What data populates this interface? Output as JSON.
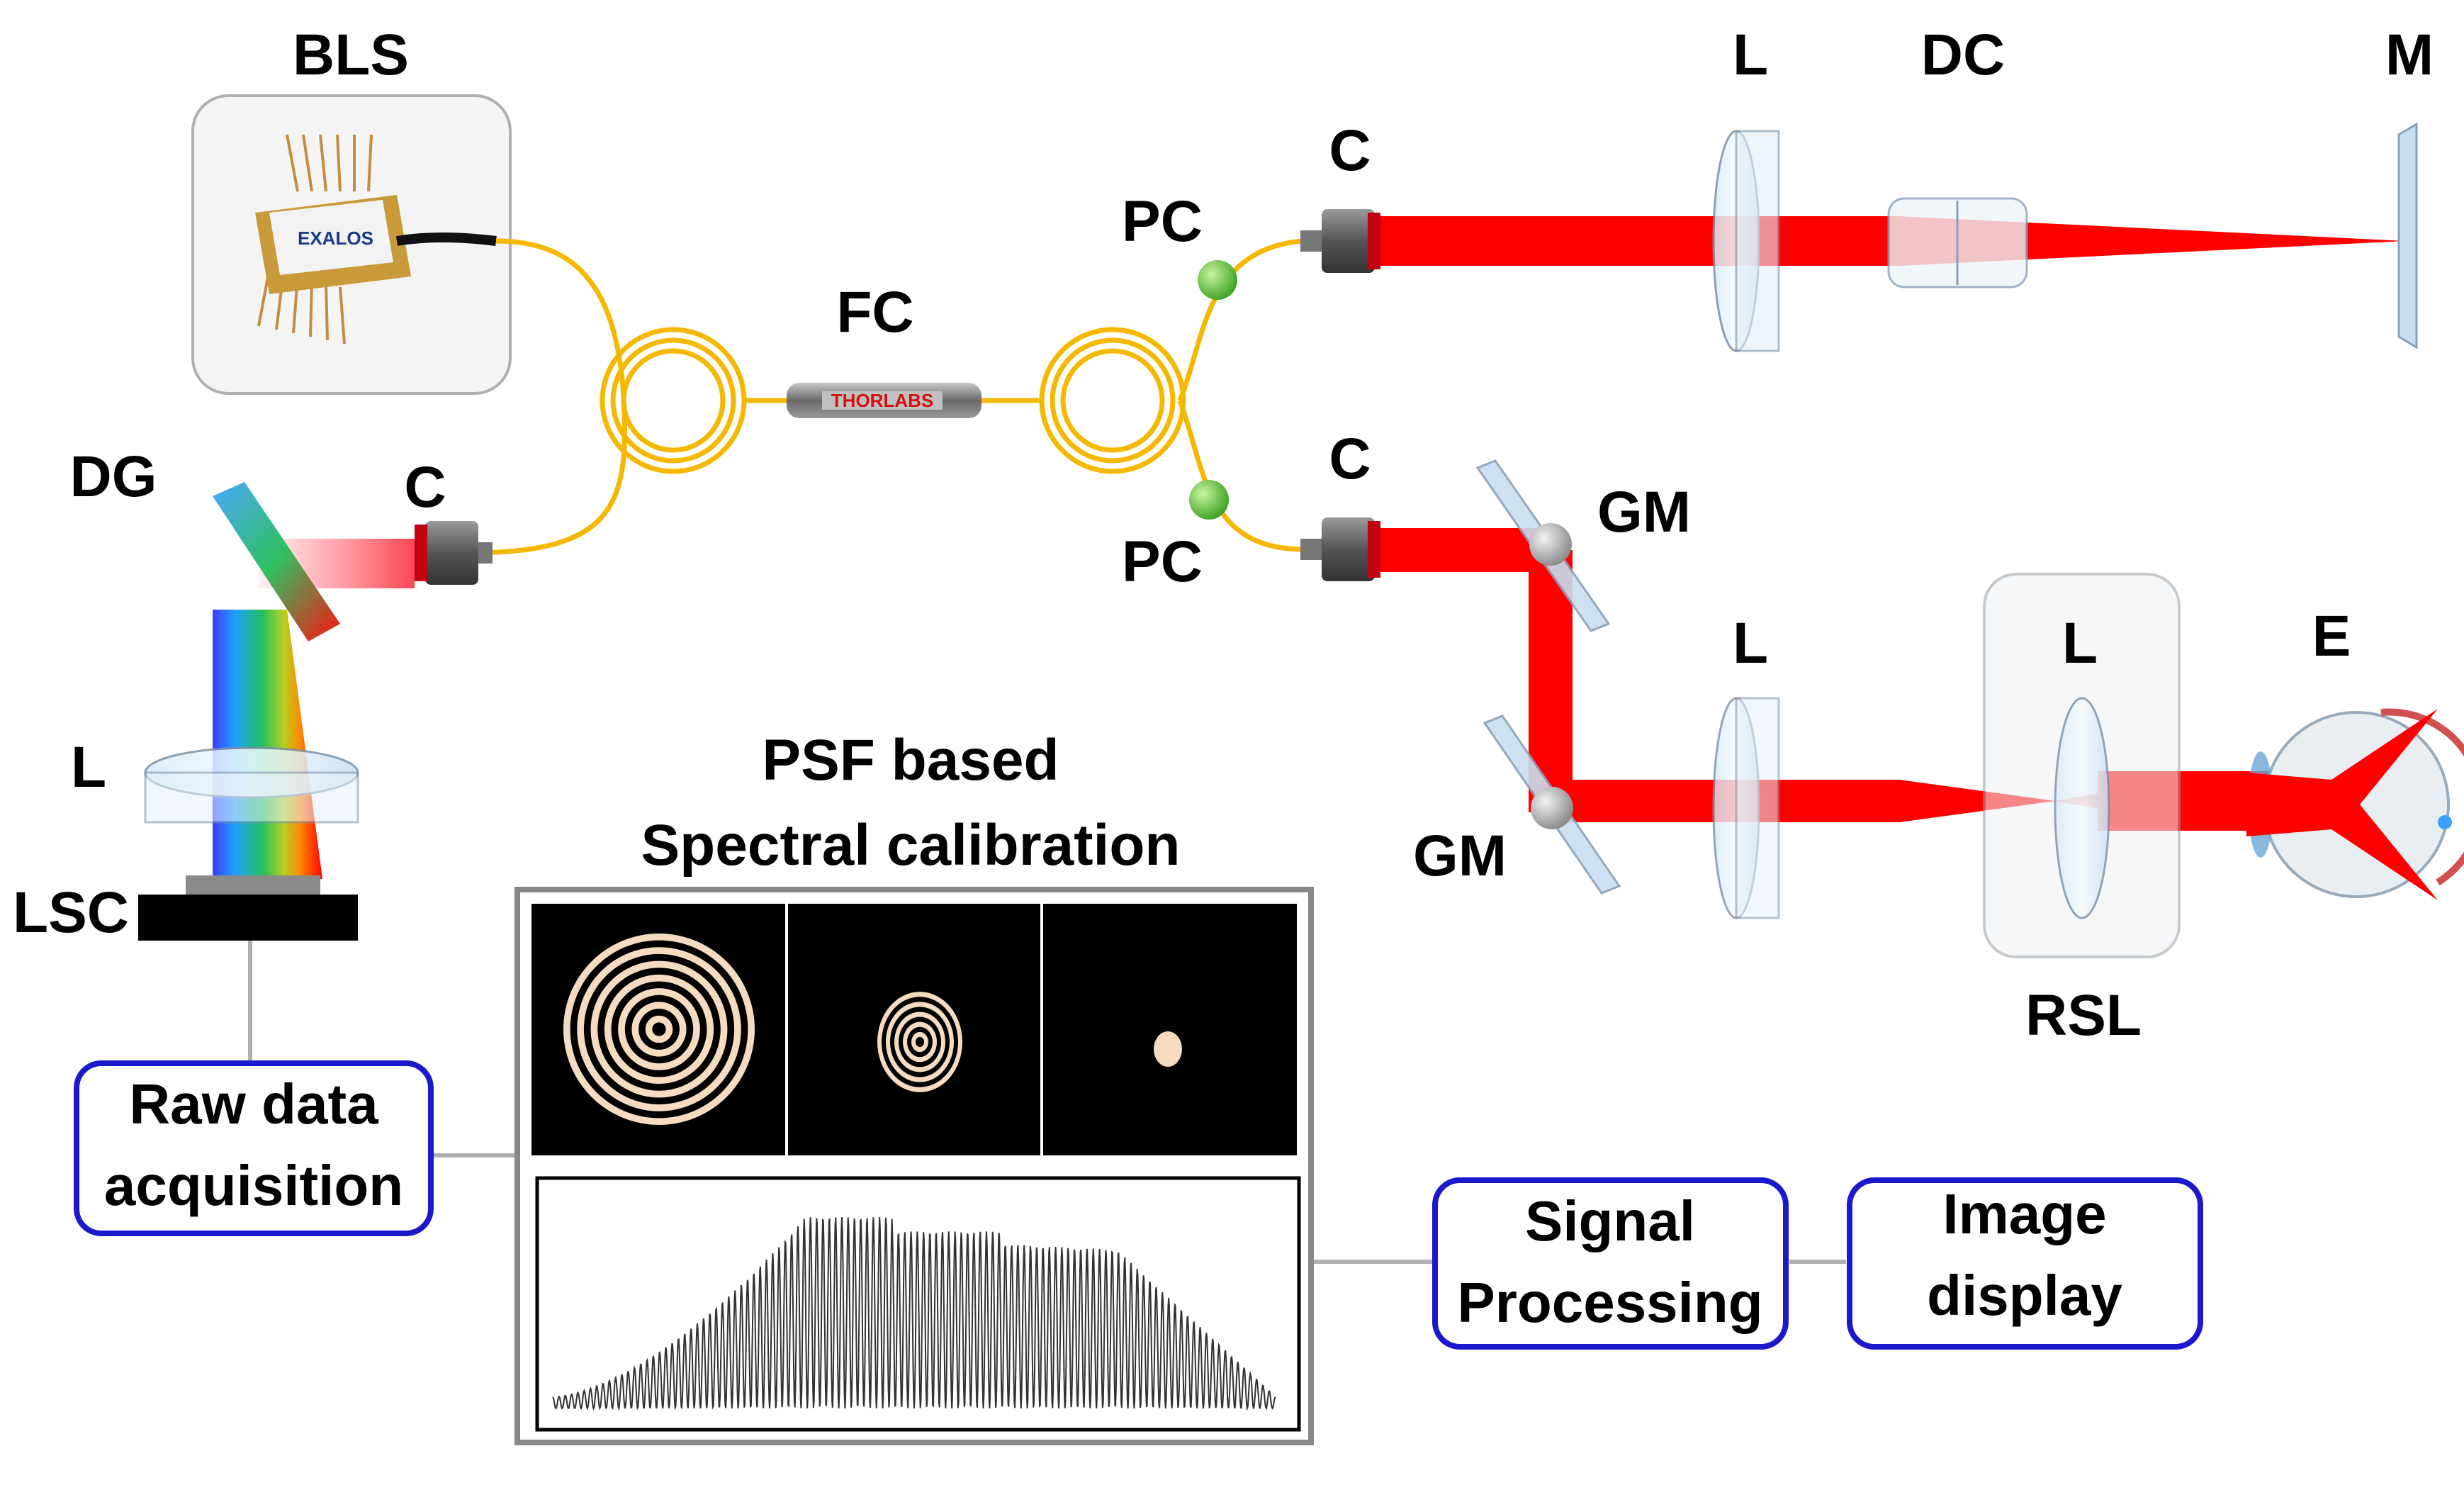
{
  "labels": {
    "bls": "BLS",
    "bls_brand": "EXALOS",
    "fc": "FC",
    "fc_brand": "THORLABS",
    "dg": "DG",
    "collimator_source": "C",
    "collimator_ref": "C",
    "collimator_sample": "C",
    "pc_top": "PC",
    "pc_bottom": "PC",
    "lens_ref": "L",
    "dc": "DC",
    "mirror": "M",
    "gm_top": "GM",
    "gm_bottom": "GM",
    "lens_sample": "L",
    "lens_rsl": "L",
    "eye": "E",
    "rsl": "RSL",
    "lens_spectrometer": "L",
    "lsc": "LSC",
    "psf_title_line1": "PSF based",
    "psf_title_line2": "Spectral calibration"
  },
  "boxes": {
    "raw_line1": "Raw data",
    "raw_line2": "acquisition",
    "signal_line1": "Signal",
    "signal_line2": "Processing",
    "image_line1": "Image",
    "image_line2": "display"
  },
  "colors": {
    "fiber": "#f5b800",
    "beam": "#ff0000",
    "box_border": "#1a1acc",
    "pc_green": "#66cc33",
    "ring": "#f5dcc0",
    "panel_bg": "#000000"
  }
}
